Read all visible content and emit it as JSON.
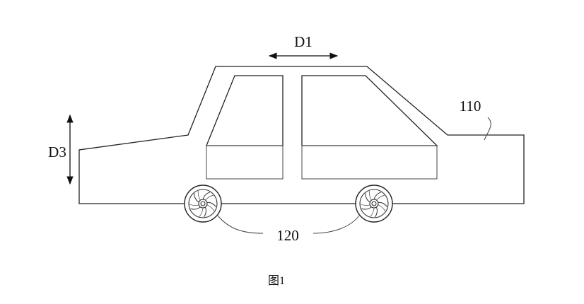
{
  "labels": {
    "d1": "D1",
    "d3": "D3",
    "body": "110",
    "wheels": "120"
  },
  "caption": "图1"
}
